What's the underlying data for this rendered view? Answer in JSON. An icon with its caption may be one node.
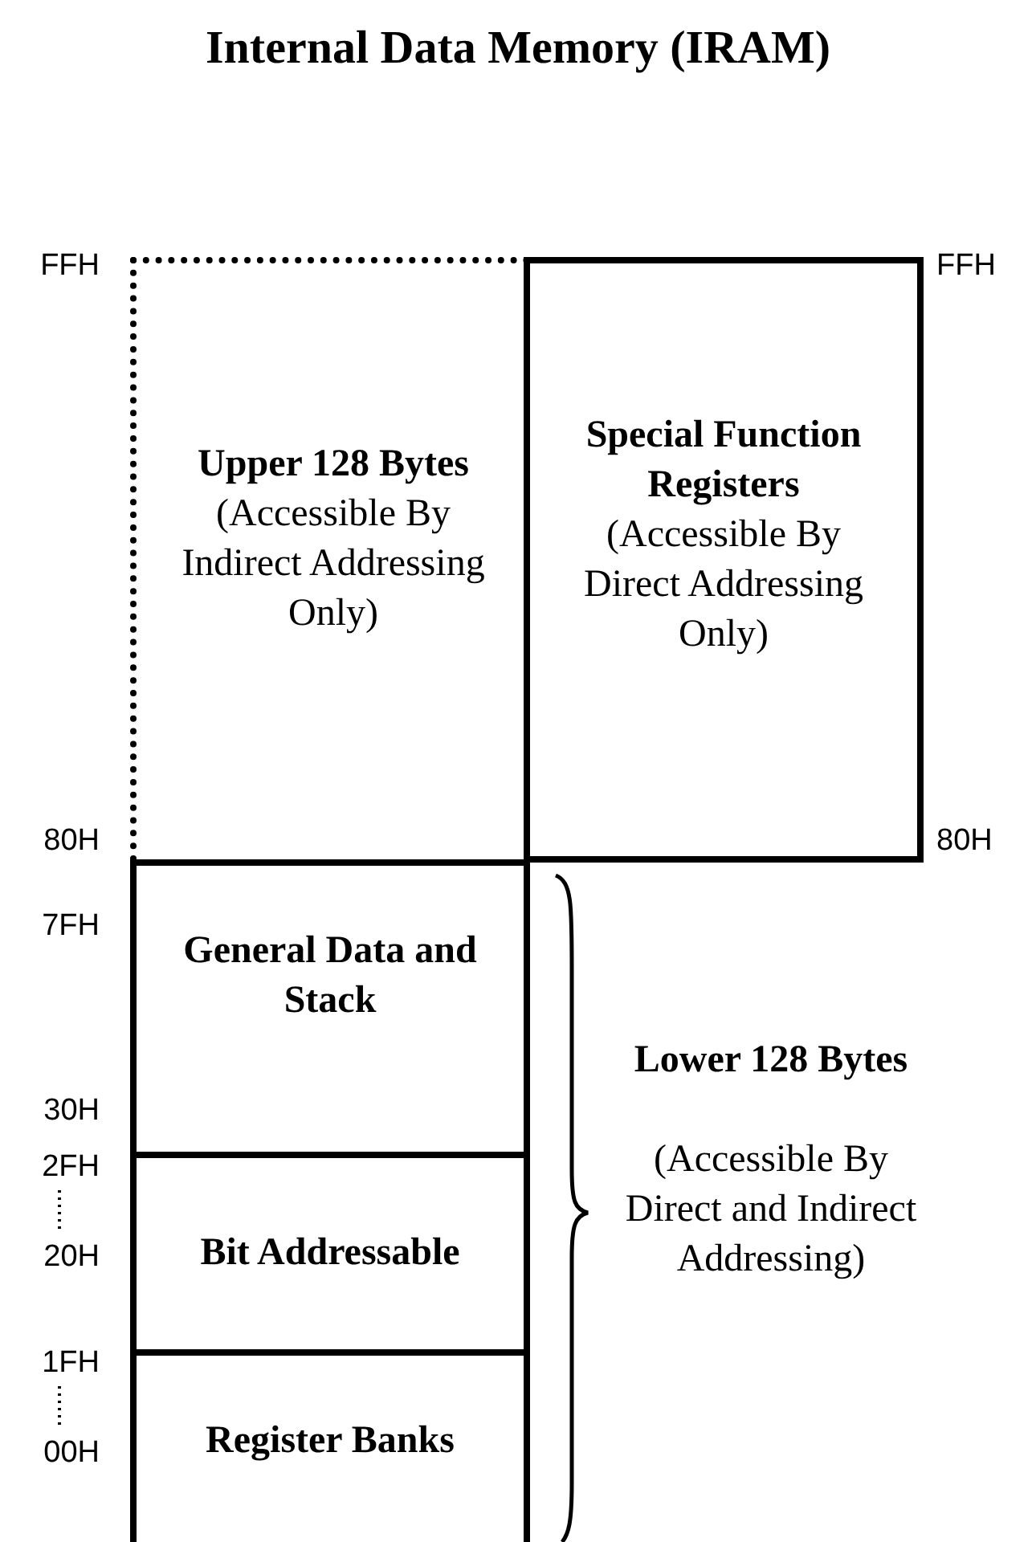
{
  "diagram": {
    "title": "Internal Data Memory (IRAM)",
    "nodes": [
      {
        "text": [
          "Upper 128 Bytes",
          "(Accessible By Indirect Addressing Only)"
        ]
      },
      {
        "text": [
          "Special Function Registers",
          "(Accessible By Direct Addressing Only)"
        ]
      },
      {
        "text": [
          "General Data and Stack"
        ]
      },
      {
        "text": [
          "Bit Addressable"
        ]
      },
      {
        "text": [
          "Register Banks"
        ]
      }
    ],
    "labels": [
      "FFH",
      "FFH",
      "80H",
      "80H",
      "7FH",
      "Lower 128 Bytes",
      "(Accessible By Direct and Indirect Addressing)",
      "30H",
      "2FH",
      "20H",
      "1FH",
      "00H"
    ]
  }
}
